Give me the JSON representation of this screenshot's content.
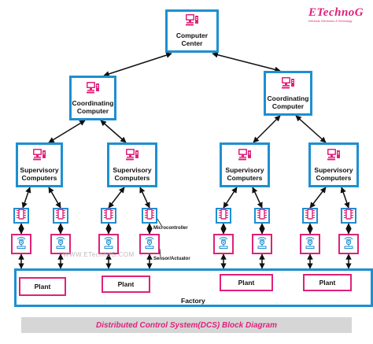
{
  "logo": {
    "brand": "ETechnoG",
    "tagline": "Electrical, Electronics & Technology"
  },
  "nodes": {
    "computer_center": "Computer\nCenter",
    "coordinating_left": "Coordinating\nComputer",
    "coordinating_right": "Coordinating\nComputer",
    "supervisory": [
      "Supervisory\nComputers",
      "Supervisory\nComputers",
      "Supervisory\nComputers",
      "Supervisory\nComputers"
    ]
  },
  "labels": {
    "microcontroller": "Microcontroller",
    "sensor_actuator": "Sensor/Actuator",
    "watermark": "WWW.ETechnoG.COM",
    "factory": "Factory"
  },
  "plants": [
    "Plant",
    "Plant",
    "Plant",
    "Plant"
  ],
  "caption": "Distributed Control System(DCS) Block Diagram",
  "colors": {
    "blue": "#1e8fd0",
    "magenta": "#e0207a",
    "arrow": "#111111"
  },
  "icons": {
    "computer": "computer-icon",
    "microcontroller": "chip-icon",
    "sensor": "sensor-icon"
  }
}
